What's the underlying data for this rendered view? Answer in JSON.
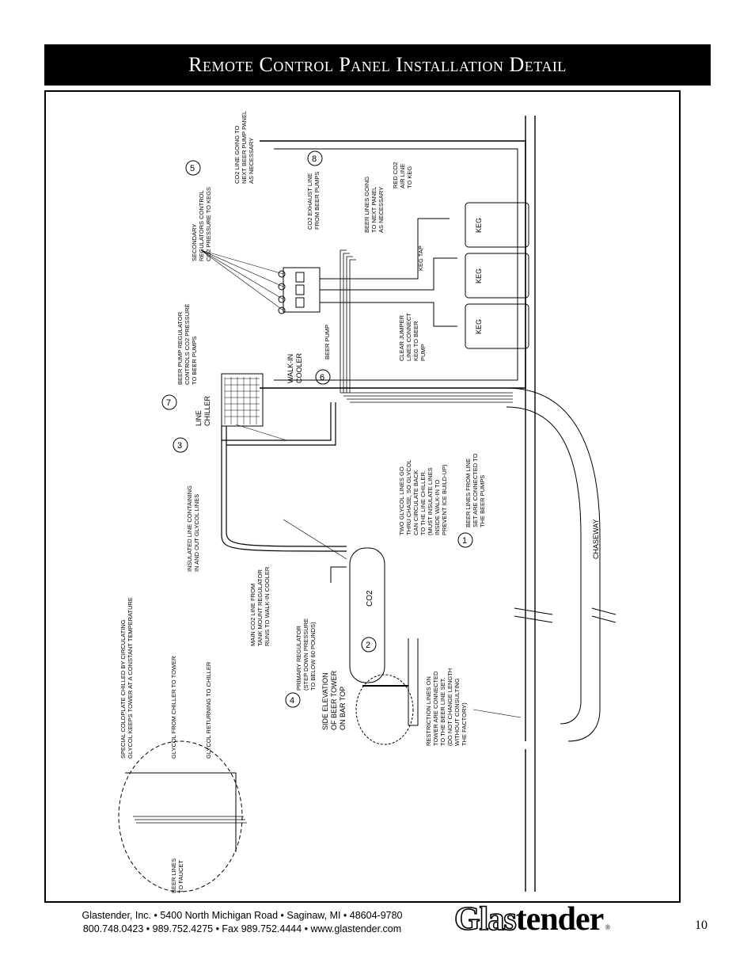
{
  "title": "Remote Control Panel Installation Detail",
  "labels": {
    "special_coldplate": [
      "SPECIAL COLDPLATE CHILLED BY CIRCULATING",
      "GLYCOL KEEPS TOWER AT A CONSTANT TEMPERATURE"
    ],
    "glycol_from_chiller": "GLYCOL FROM CHILLER TO TOWER",
    "glycol_returning": "GLYCOL RETURNING TO CHILLER",
    "beer_lines_faucet": [
      "BEER LINES",
      "TO FAUCET"
    ],
    "side_elevation": [
      "SIDE ELEVATION",
      "OF BEER TOWER",
      "ON BAR TOP"
    ],
    "primary_regulator": [
      "PRIMARY REGULATOR",
      "(STEP DOWN PRESSURE",
      "TO BELOW 60 POUNDS)"
    ],
    "main_co2_line": [
      "MAIN CO2 LINE FROM",
      "TANK MOUNT REGULATOR",
      "RUNS TO WALK-IN COOLER"
    ],
    "insulated_line": [
      "INSULATED LINE CONTAINING",
      "IN AND OUT GLYCOL LINES"
    ],
    "line_chiller": [
      "LINE",
      "CHILLER"
    ],
    "beer_pump_regulator": [
      "BEER PUMP REGULATOR",
      "CONTROLS CO2 PRESSURE",
      "TO BEER PUMPS"
    ],
    "secondary_regulators": [
      "SECONDARY",
      "REGULATORS CONTROL",
      "CO2 PRESSURE TO KEGS"
    ],
    "co2_line_next_panel": [
      "CO2 LINE GOING TO",
      "NEXT BEER PUMP PANEL",
      "AS NECESSARY"
    ],
    "co2_exhaust": [
      "CO2 EXHAUST LINE",
      "FROM BEER PUMPS"
    ],
    "beer_lines_next_panel": [
      "BEER LINES GOING",
      "TO NEXT PANEL",
      "AS NECESSARY"
    ],
    "red_co2_air": [
      "RED CO2",
      "AIR LINE",
      "TO KEG"
    ],
    "keg_tap": "KEG TAP",
    "keg": "KEG",
    "clear_jumper": [
      "CLEAR JUMPER",
      "LINES CONNECT",
      "KEG TO BEER",
      "PUMP"
    ],
    "walk_in_cooler": [
      "WALK-IN",
      "COOLER"
    ],
    "beer_pump": "BEER PUMP",
    "two_glycol": [
      "TWO GLYCOL LINES GO",
      "THRU CHASE, SO GLYCOL",
      "CAN CIRCULATE BACK",
      "TO THE LINE CHILLER.",
      "(MUST INSULATE LINES",
      "INSIDE WALK-IN TO",
      "PREVENT ICE BUILD-UP)"
    ],
    "beer_lines_from_line_set": [
      "BEER LINES FROM LINE",
      "SET ARE CONNECTED TO",
      "THE BEER PUMPS"
    ],
    "chaseway": "CHASEWAY",
    "co2": "CO2",
    "restriction_lines": [
      "RESTRICTION LINES ON",
      "TOWER ARE CONNECTED",
      "TO THE BEER LINE SET.",
      "(DO NOT CHANGE LENGTH",
      "WITHOUT CONSULTING",
      "THE FACTORY)"
    ],
    "callouts": [
      "1",
      "2",
      "3",
      "4",
      "5",
      "6",
      "7",
      "8"
    ]
  },
  "footer": {
    "line1": "Glastender, Inc.  •  5400 North Michigan Road  •  Saginaw, MI  •  48604-9780",
    "line2": "800.748.0423  •  989.752.4275  •  Fax 989.752.4444  •  www.glastender.com",
    "logo_outline": "Glas",
    "logo_solid": "tender",
    "logo_mark": "®",
    "page_number": "10"
  }
}
